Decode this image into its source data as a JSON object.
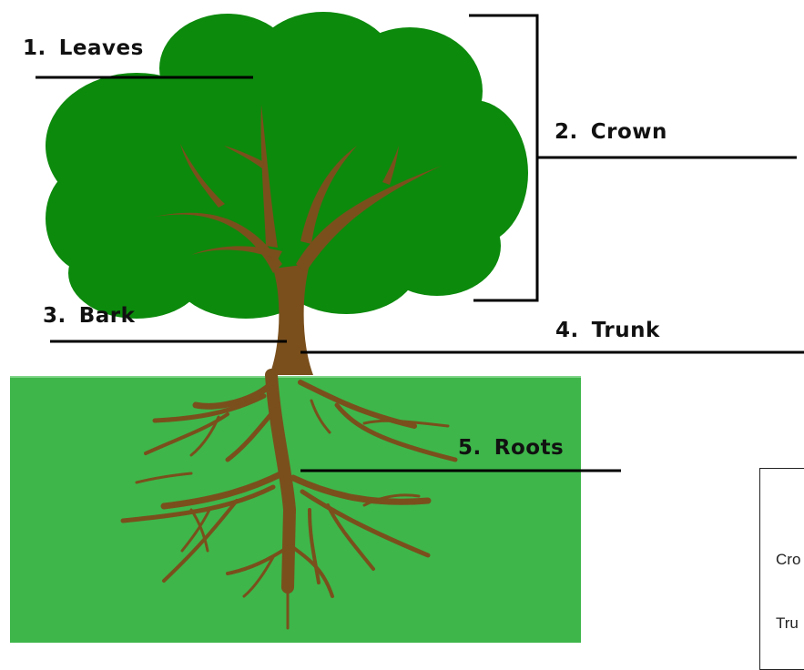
{
  "labels": [
    {
      "num": "1.",
      "text": "Leaves"
    },
    {
      "num": "2.",
      "text": "Crown"
    },
    {
      "num": "3.",
      "text": "Bark"
    },
    {
      "num": "4.",
      "text": "Trunk"
    },
    {
      "num": "5.",
      "text": "Roots"
    }
  ],
  "word_bank": [
    "Cro",
    "Tru"
  ],
  "colors": {
    "foliage": "#0c8a0c",
    "ground": "#3eb64a",
    "wood": "#7a4f1c",
    "line": "#000000"
  }
}
